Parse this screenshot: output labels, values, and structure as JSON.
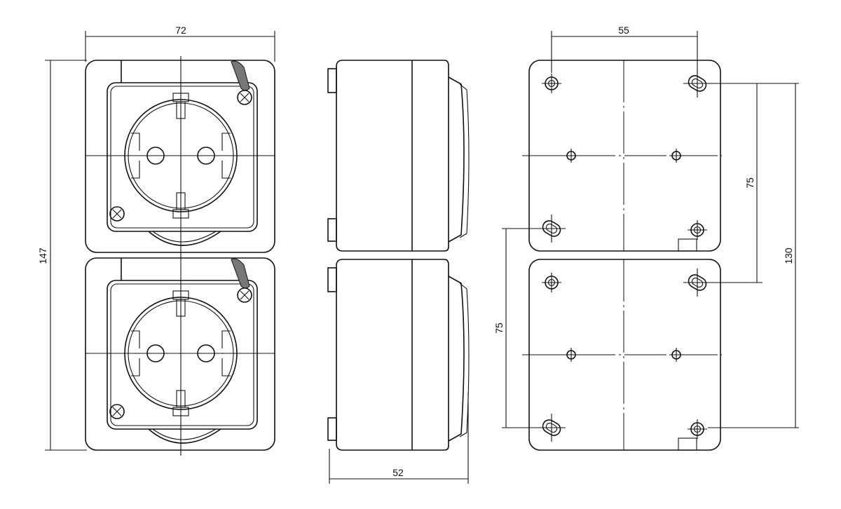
{
  "title": "Double surface-mounted socket outlet dimension drawing",
  "views": [
    "front-view",
    "side-view",
    "rear-view"
  ],
  "dimensions": {
    "front_width": "72",
    "front_height": "147",
    "side_depth": "52",
    "rear_hole_spacing_horizontal": "55",
    "rear_hole_spacing_vertical_right": "75",
    "rear_hole_spacing_total": "130",
    "rear_hole_spacing_vertical_left": "75"
  },
  "colors": {
    "line": "#111111",
    "background": "#ffffff"
  }
}
